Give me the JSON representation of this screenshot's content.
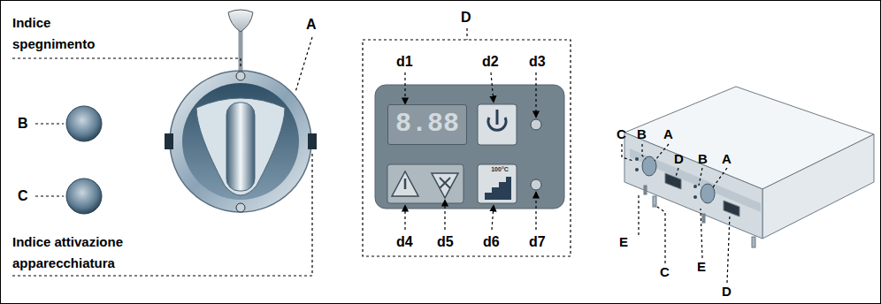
{
  "diagram": {
    "nodes": [
      {
        "text": [
          "8.88"
        ]
      },
      {
        "text": [
          "100°C"
        ]
      }
    ],
    "labels": [
      "Indice spegnimento",
      "A",
      "D",
      "d1",
      "d2",
      "d3",
      "B",
      "C",
      "d4",
      "d5",
      "d6",
      "d7",
      "Indice attivazione apparecchiatura",
      "C",
      "B",
      "A",
      "D",
      "B",
      "A",
      "E",
      "C",
      "E",
      "D"
    ]
  }
}
